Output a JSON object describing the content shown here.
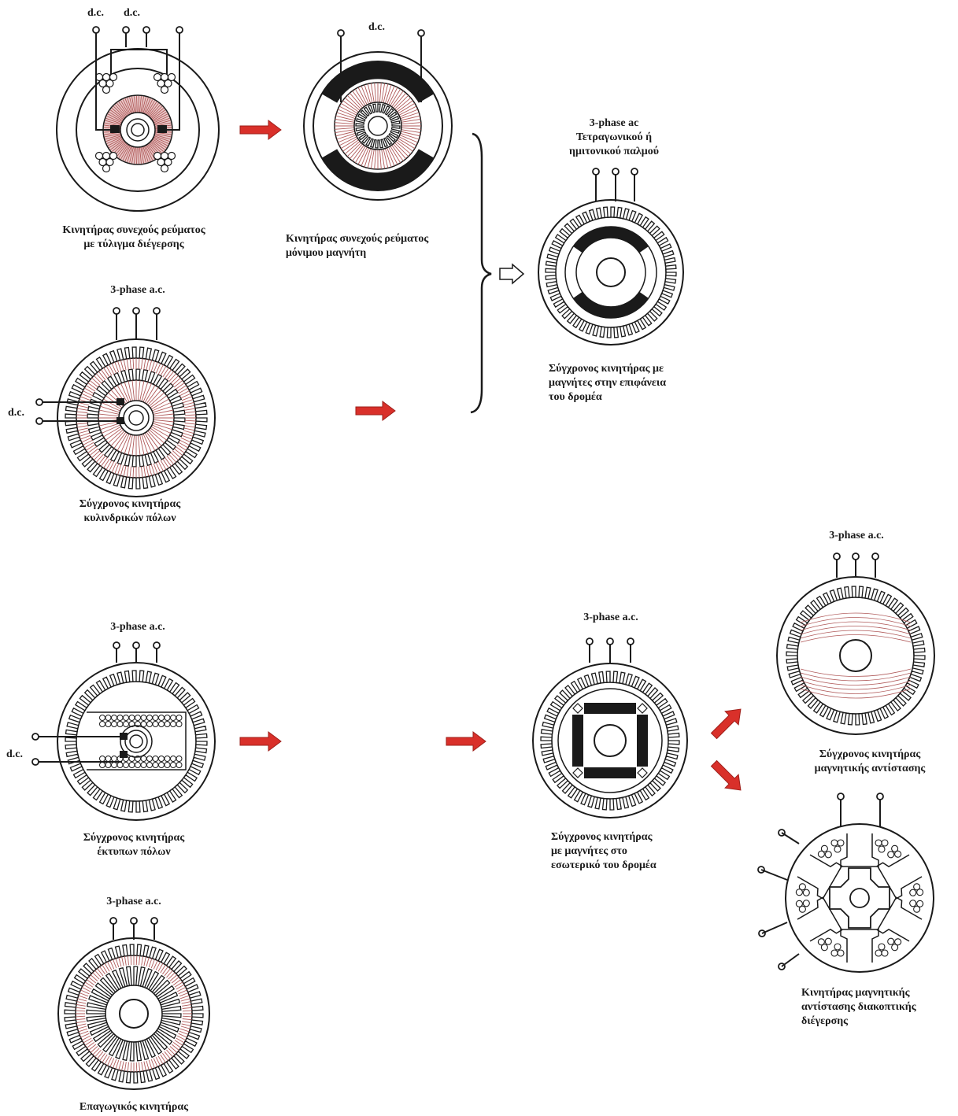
{
  "colors": {
    "ink": "#1a1a1a",
    "arrow": "#d9302a",
    "hatch": "#b05a5a",
    "pole": "#1a1a1a"
  },
  "labels": {
    "dc_top_left_1": "d.c.",
    "dc_top_left_2": "d.c.",
    "dc_top_middle": "d.c.",
    "dc_left_cyl": "d.c.",
    "dc_left_salient": "d.c.",
    "ac_square_1": "3-phase ac",
    "ac_square_2": "Τετραγωνικού ή",
    "ac_square_3": "ημιτονικού παλμού",
    "ac_cyl": "3-phase a.c.",
    "ac_salient": "3-phase a.c.",
    "ac_induction": "3-phase a.c.",
    "ac_interior": "3-phase a.c.",
    "ac_reluctance": "3-phase a.c."
  },
  "captions": {
    "dc_field_1": "Κινητήρας συνεχούς ρεύματος",
    "dc_field_2": "με τύλιγμα διέγερσης",
    "dc_pm_1": "Κινητήρας συνεχούς ρεύματος",
    "dc_pm_2": "μόνιμου μαγνήτη",
    "surface_pm_1": "Σύγχρονος κινητήρας με",
    "surface_pm_2": "μαγνήτες στην επιφάνεια",
    "surface_pm_3": "του δρομέα",
    "cyl_1": "Σύγχρονος κινητήρας",
    "cyl_2": "κυλινδρικών πόλων",
    "salient_1": "Σύγχρονος κινητήρας",
    "salient_2": "έκτυπων πόλων",
    "induction_1": "Επαγωγικός κινητήρας",
    "interior_pm_1": "Σύγχρονος κινητήρας",
    "interior_pm_2": "με μαγνήτες στο",
    "interior_pm_3": "εσωτερικό του δρομέα",
    "reluctance_1": "Σύγχρονος κινητήρας",
    "reluctance_2": "μαγνητικής αντίστασης",
    "srm_1": "Κινητήρας μαγνητικής",
    "srm_2": "αντίστασης διακοπτικής",
    "srm_3": "διέγερσης"
  }
}
